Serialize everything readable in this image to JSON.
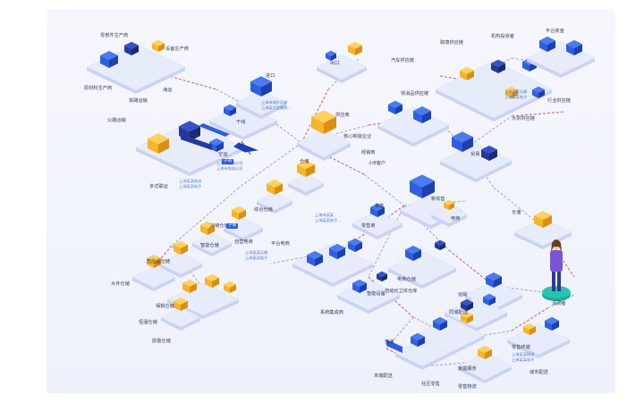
{
  "colors": {
    "platform": "#e7ecfb",
    "platform_side": "#c9d2f2",
    "blue": "#2f5fe0",
    "dark_blue": "#1f3fae",
    "yellow": "#f5b52a",
    "orange": "#f08a24",
    "link_red": "#c9596b",
    "link_dash": "#9aa6cf",
    "consumer_shirt": "#7b54d6",
    "consumer_pants": "#2c3a8f",
    "consumer_base": "#1aa89a"
  },
  "nodes": [
    {
      "label": "零部件生产商"
    },
    {
      "label": "设备生产商"
    },
    {
      "label": "原材料生产商"
    },
    {
      "label": "海运"
    },
    {
      "label": "铁路运输"
    },
    {
      "label": "公路运输"
    },
    {
      "label": "进口"
    },
    {
      "label": "出口"
    },
    {
      "label": "空运"
    },
    {
      "label": "多式联运"
    },
    {
      "label": "干线"
    },
    {
      "label": "仓储"
    },
    {
      "label": "供应商"
    },
    {
      "label": "核心制造企业"
    },
    {
      "label": "经销商"
    },
    {
      "label": "新零售"
    },
    {
      "label": "小B客户"
    },
    {
      "label": "贸易"
    },
    {
      "label": "跨境供应链"
    },
    {
      "label": "汽车供应链"
    },
    {
      "label": "快消品供应链"
    },
    {
      "label": "机构投资者"
    },
    {
      "label": "平台资金"
    },
    {
      "label": "行业供应链"
    },
    {
      "label": "大宗供应链"
    },
    {
      "label": "综合仓储"
    },
    {
      "label": "冷链仓储"
    },
    {
      "label": "智能仓储"
    },
    {
      "label": "危险品仓储"
    },
    {
      "label": "大件仓储"
    },
    {
      "label": "保税仓储"
    },
    {
      "label": "恒温仓储"
    },
    {
      "label": "前置仓储"
    },
    {
      "label": "平台电商"
    },
    {
      "label": "自营电商"
    },
    {
      "label": "零售"
    },
    {
      "label": "零售商"
    },
    {
      "label": "电商"
    },
    {
      "label": "电商仓储"
    },
    {
      "label": "仓储"
    },
    {
      "label": "消费者"
    },
    {
      "label": "智能设备"
    },
    {
      "label": "自动化立体仓库"
    },
    {
      "label": "系统集成商"
    },
    {
      "label": "运输"
    },
    {
      "label": "快递"
    },
    {
      "label": "同城配送"
    },
    {
      "label": "末端配送"
    },
    {
      "label": "社区零售"
    },
    {
      "label": "零售终端"
    },
    {
      "label": "城市配送"
    },
    {
      "label": "家庭服务"
    },
    {
      "label": "零售物流"
    }
  ],
  "tags": [
    "子商",
    "子商"
  ],
  "sublines": [
    "上海市城乡运输",
    "上海某大型物流...",
    "上海市运输公司",
    "上海市物流公司",
    "上海某某物流",
    "上海某某电子",
    "上海某某运输",
    "上海某某电子",
    "上海市某某",
    "上海某某电子...",
    "上海某某运输",
    "上海某某电子",
    "上海某某物流",
    "上海某某电子"
  ]
}
